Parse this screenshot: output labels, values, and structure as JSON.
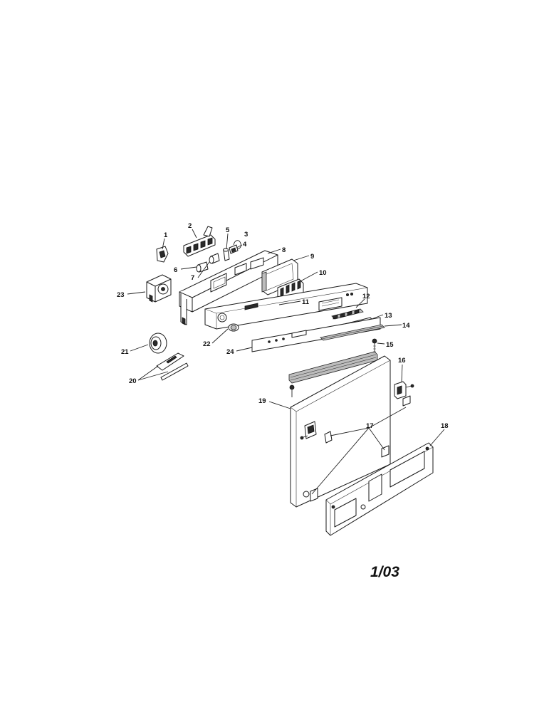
{
  "diagram": {
    "callouts": [
      "1",
      "2",
      "3",
      "4",
      "5",
      "6",
      "7",
      "8",
      "9",
      "10",
      "11",
      "12",
      "13",
      "14",
      "15",
      "16",
      "17",
      "18",
      "19",
      "20",
      "21",
      "22",
      "23",
      "24"
    ],
    "page_code": "1/03"
  }
}
